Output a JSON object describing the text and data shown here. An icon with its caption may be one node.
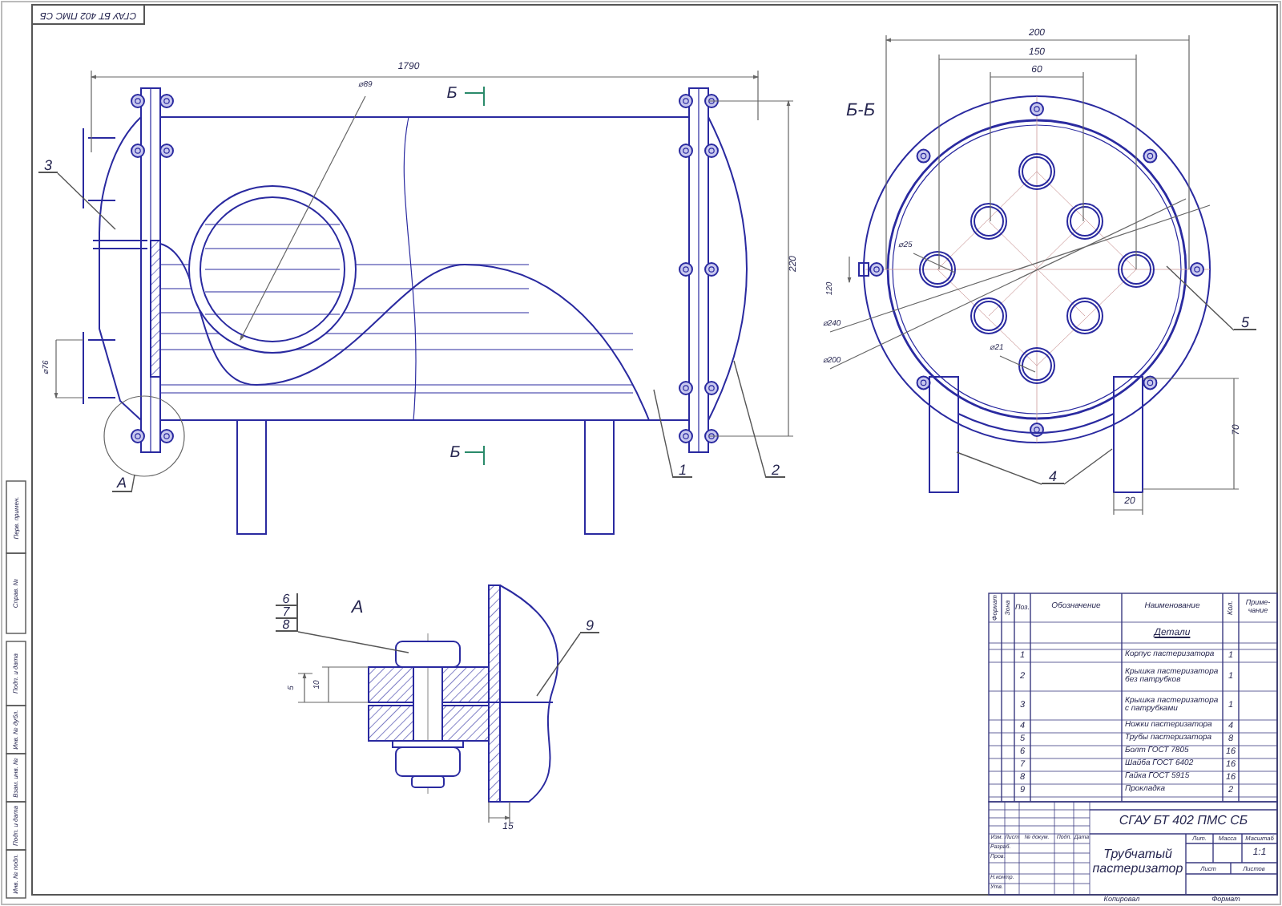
{
  "diagram": {
    "nodes": [
      {
        "text": [
          "3"
        ]
      },
      {
        "text": [
          "1"
        ]
      },
      {
        "text": [
          "2"
        ]
      },
      {
        "text": [
          "5"
        ]
      },
      {
        "text": [
          "4"
        ]
      },
      {
        "text": [
          "6",
          "7",
          "8"
        ]
      },
      {
        "text": [
          "9"
        ]
      },
      {
        "text": [
          "А"
        ]
      }
    ],
    "edges": [
      {
        "from": 0,
        "to": null,
        "arrow": "none"
      },
      {
        "from": 1,
        "to": null,
        "arrow": "none"
      },
      {
        "from": 2,
        "to": null,
        "arrow": "none"
      },
      {
        "from": 3,
        "to": null,
        "arrow": "none"
      },
      {
        "from": 4,
        "to": null,
        "arrow": "none"
      },
      {
        "from": 4,
        "to": null,
        "arrow": "none"
      },
      {
        "from": 5,
        "to": null,
        "arrow": "none"
      },
      {
        "from": 6,
        "to": null,
        "arrow": "none"
      },
      {
        "from": 7,
        "to": null,
        "arrow": "none"
      }
    ],
    "labels": [
      "СГАУ БТ 402 ПМС СБ",
      "1790",
      "⌀89",
      "Б",
      "220",
      "⌀76",
      "Б",
      "Б-Б",
      "200",
      "150",
      "60",
      "⌀25",
      "120",
      "⌀240",
      "⌀200",
      "⌀21",
      "70",
      "20",
      "А",
      "5",
      "10",
      "15",
      "Формат",
      "Зона",
      "Поз.",
      "Обозначение",
      "Наименование",
      "Кол.",
      "Приме- чание",
      "Детали",
      "1",
      "Корпус пастеризатора",
      "1",
      "2",
      "Крышка пастеризатора без патрубков",
      "1",
      "3",
      "Крышка пастеризатора с патрубками",
      "1",
      "4",
      "Ножки пастеризатора",
      "4",
      "5",
      "Трубы пастеризатора",
      "8",
      "6",
      "Болт ГОСТ 7805",
      "16",
      "7",
      "Шайба ГОСТ 6402",
      "16",
      "8",
      "Гайка ГОСТ 5915",
      "16",
      "9",
      "Прокладка",
      "2",
      "СГАУ БТ 402 ПМС СБ",
      "Трубчатый пастеризатор",
      "Лит.",
      "Масса",
      "Масштаб",
      "1:1",
      "Лист",
      "Листов",
      "Изм.",
      "Лист",
      "№ докум.",
      "Подп.",
      "Дата",
      "Разраб.",
      "Пров.",
      "Н.контр.",
      "Утв.",
      "Копировал",
      "Формат",
      "Перв. примен.",
      "Справ. №",
      "Подп. и дата",
      "Инв. № дубл.",
      "Взам. инв. №",
      "Подп. и дата",
      "Инв. № подл."
    ]
  }
}
